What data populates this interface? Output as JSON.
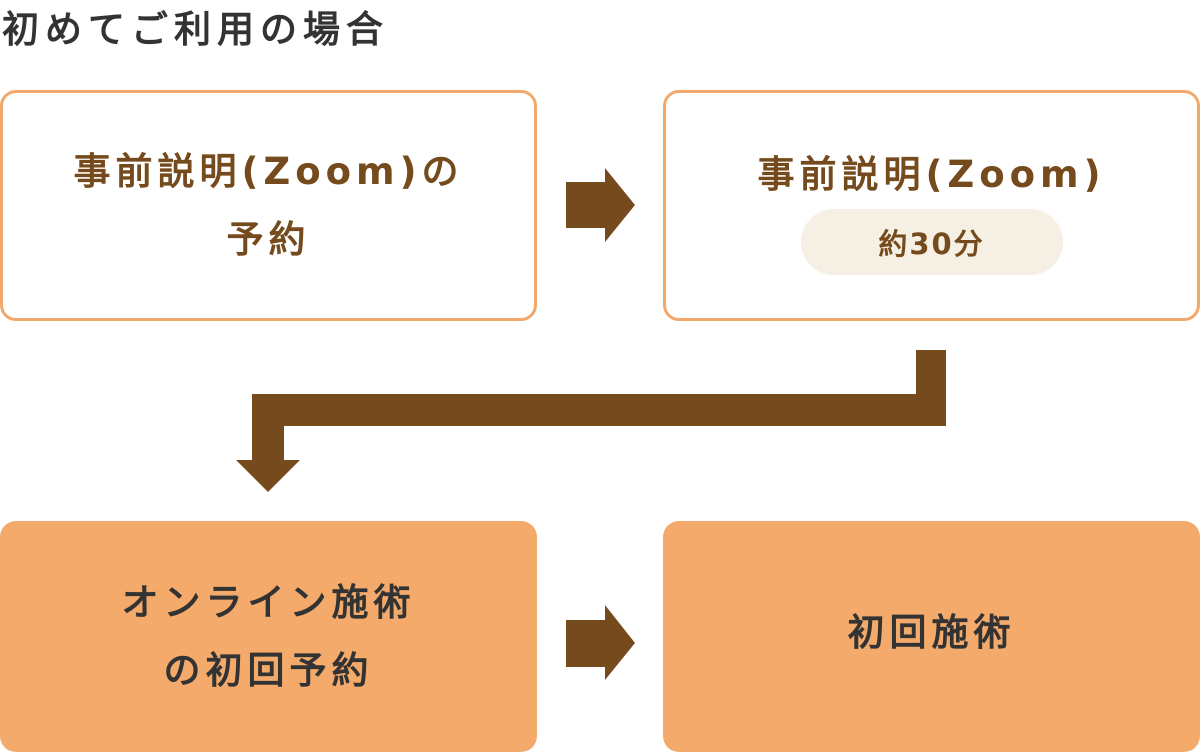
{
  "title": "初めてご利用の場合",
  "steps": [
    {
      "lines": [
        "事前説明(Zoom)の",
        "予約"
      ],
      "style": "outline"
    },
    {
      "lines": [
        "事前説明(Zoom)"
      ],
      "badge": "約30分",
      "style": "outline"
    },
    {
      "lines": [
        "オンライン施術",
        "の初回予約"
      ],
      "style": "filled"
    },
    {
      "lines": [
        "初回施術"
      ],
      "style": "filled"
    }
  ],
  "colors": {
    "arrow": "#754a1c",
    "outline_border": "#f2a86a",
    "filled_bg": "#f3aa6a",
    "badge_bg": "#f6efe4",
    "outline_text": "#754a1c",
    "filled_text": "#333333",
    "title_text": "#333333"
  }
}
